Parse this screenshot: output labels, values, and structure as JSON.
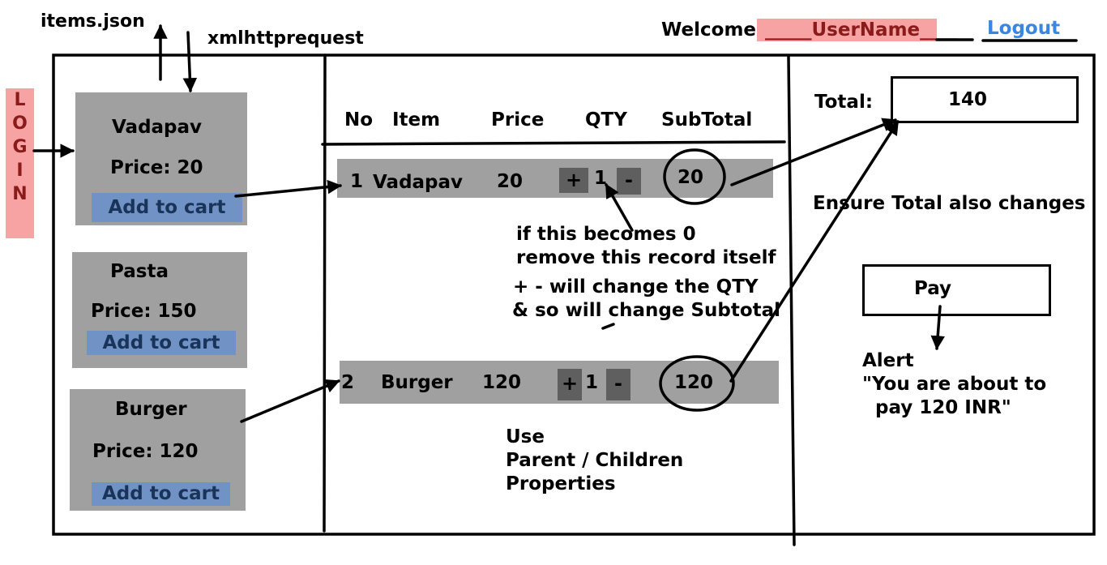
{
  "header": {
    "items_json": "items.json",
    "xmlhttprequest": "xmlhttprequest",
    "welcome": "Welcome",
    "username_text": "_____UserName____",
    "logout": "Logout"
  },
  "login": {
    "letters": [
      "L",
      "O",
      "G",
      "I",
      "N"
    ]
  },
  "products": [
    {
      "name": "Vadapav",
      "price": "Price: 20",
      "button": "Add to cart"
    },
    {
      "name": "Pasta",
      "price": "Price: 150",
      "button": "Add to cart"
    },
    {
      "name": "Burger",
      "price": "Price: 120",
      "button": "Add to cart"
    }
  ],
  "cart": {
    "headers": [
      "No",
      "Item",
      "Price",
      "QTY",
      "SubTotal"
    ],
    "rows": [
      {
        "no": "1",
        "item": "Vadapav",
        "price": "20",
        "plus": "+",
        "qty": "1",
        "minus": "-",
        "subtotal": "20"
      },
      {
        "no": "2",
        "item": "Burger",
        "price": "120",
        "plus": "+",
        "qty": "1",
        "minus": "-",
        "subtotal": "120"
      }
    ]
  },
  "notes": {
    "remove_line1": "if this becomes 0",
    "remove_line2": "remove this record itself",
    "qty_line1": "+ - will change the QTY",
    "qty_line2": "& so will change Subtotal",
    "use_line1": "Use",
    "use_line2": "Parent / Children",
    "use_line3": "Properties",
    "total_changes": "Ensure Total also changes",
    "alert_line1": "Alert",
    "alert_line2": "\"You are about to",
    "alert_line3": "pay 120 INR\""
  },
  "summary": {
    "total_label": "Total:",
    "total_value": "140",
    "pay": "Pay"
  },
  "colors": {
    "highlight_pink": "#f7a3a3",
    "link_blue": "#3a86e0",
    "button_blue": "#7092c4",
    "panel_gray": "#a0a0a0"
  }
}
